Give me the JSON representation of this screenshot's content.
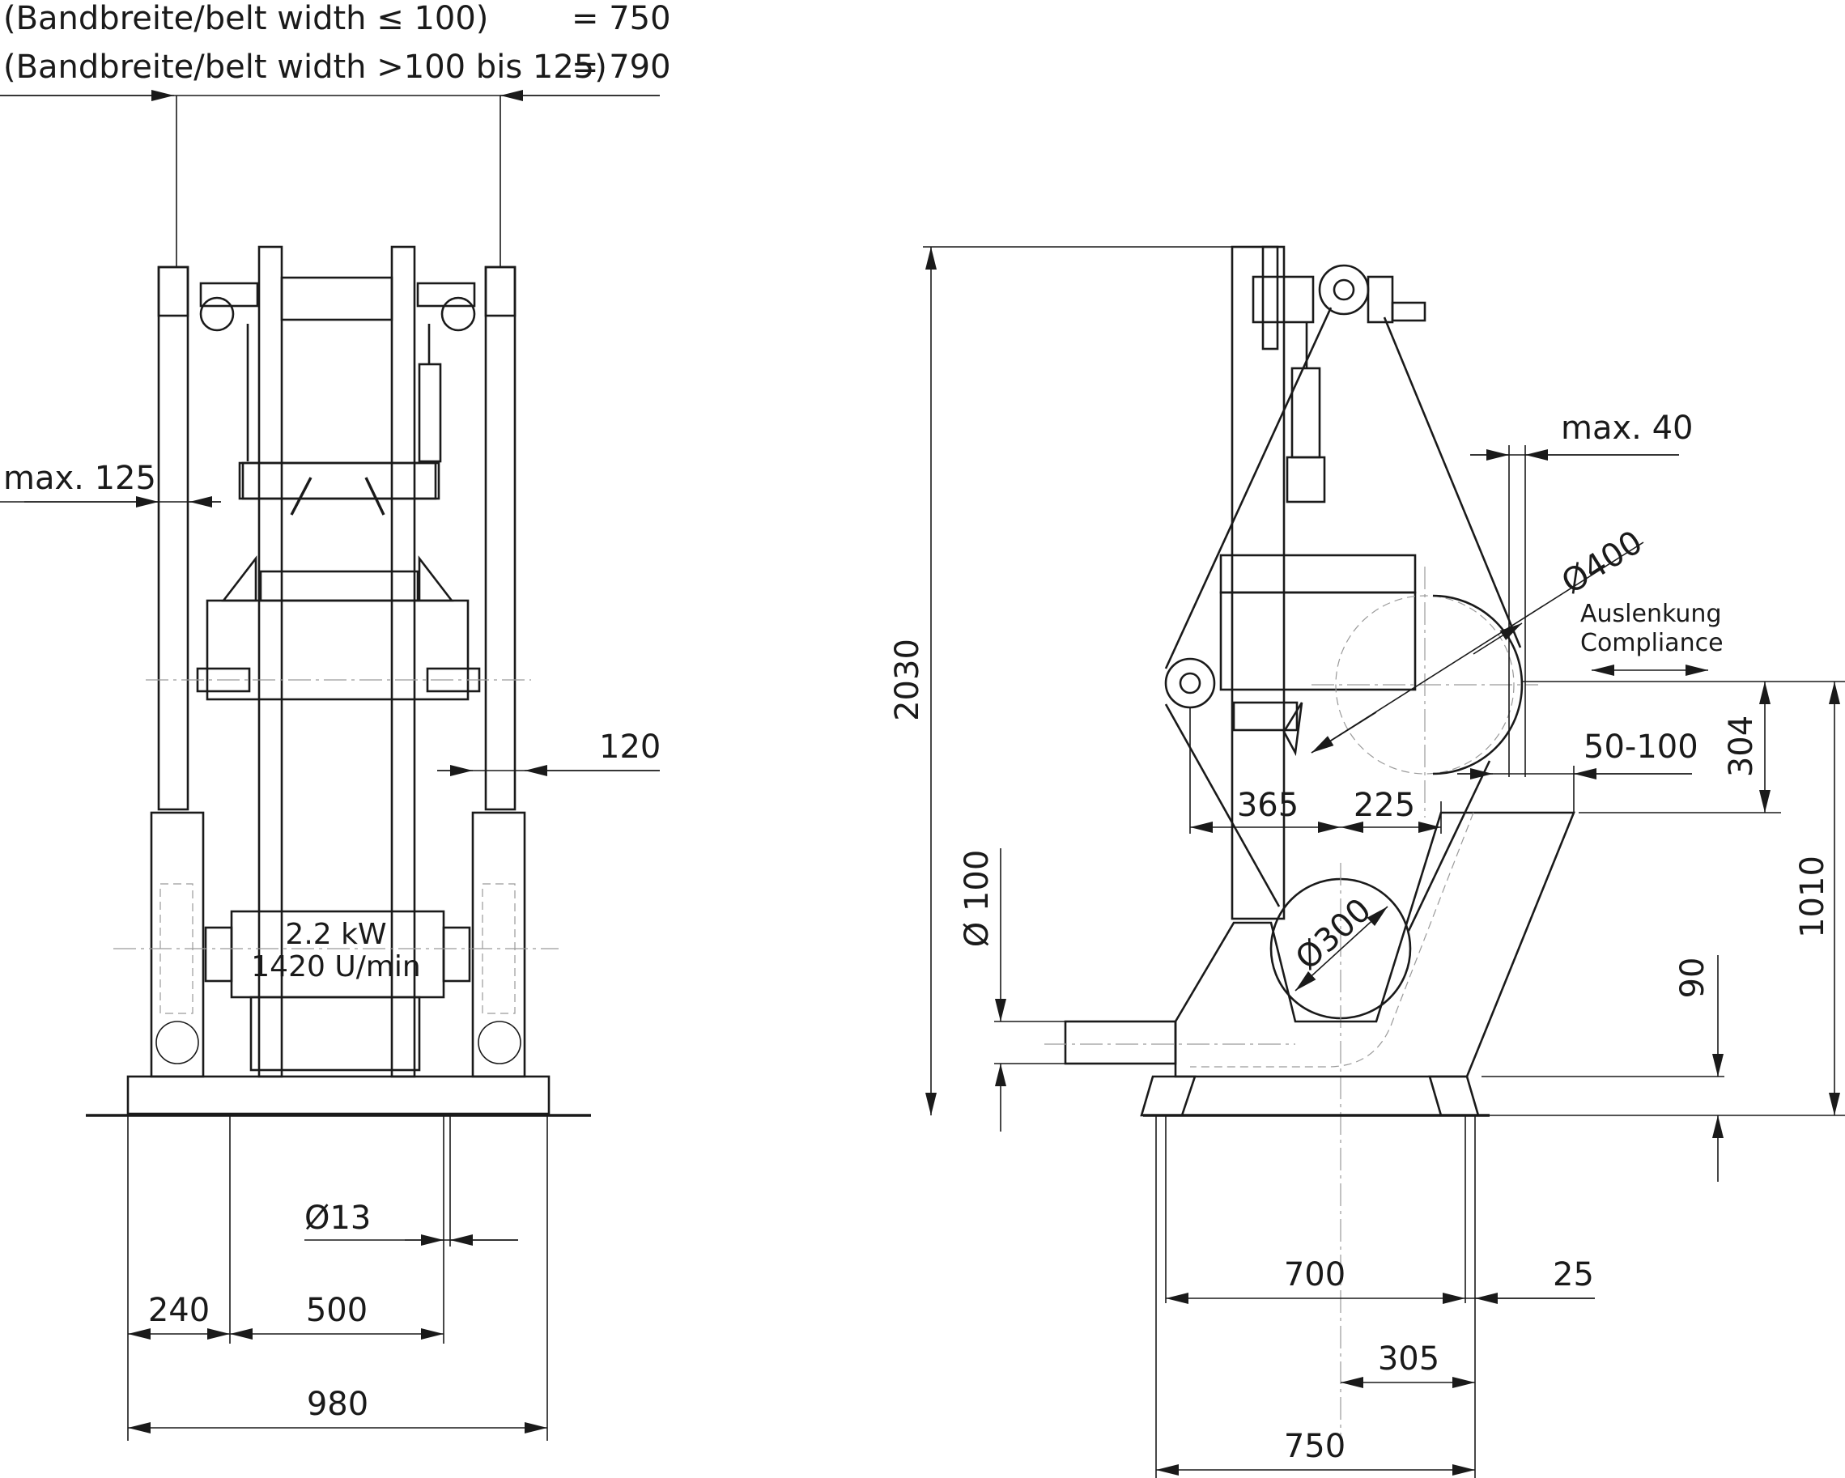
{
  "front_view": {
    "header_line_1_label": "(Bandbreite/belt width ≤ 100)",
    "header_line_1_value": "= 750",
    "header_line_2_label": "(Bandbreite/belt width >100 bis 125)",
    "header_line_2_value": "= 790",
    "max_125": "max. 125",
    "dim_120": "120",
    "motor_power": "2.2 kW",
    "motor_speed": "1420 U/min",
    "bolt_diameter": "Ø13",
    "dim_240": "240",
    "dim_500": "500",
    "dim_980": "980"
  },
  "side_view": {
    "height_2030": "2030",
    "max_40": "max. 40",
    "contact_wheel_diameter": "Ø400",
    "compliance_de": "Auslenkung",
    "compliance_en": "Compliance",
    "dim_304": "304",
    "dim_50_100": "50-100",
    "dim_365": "365",
    "dim_225": "225",
    "dim_1010": "1010",
    "pipe_diameter": "Ø 100",
    "drive_wheel_diameter": "Ø300",
    "dim_90": "90",
    "dim_700": "700",
    "dim_25": "25",
    "dim_305": "305",
    "dim_750": "750"
  }
}
